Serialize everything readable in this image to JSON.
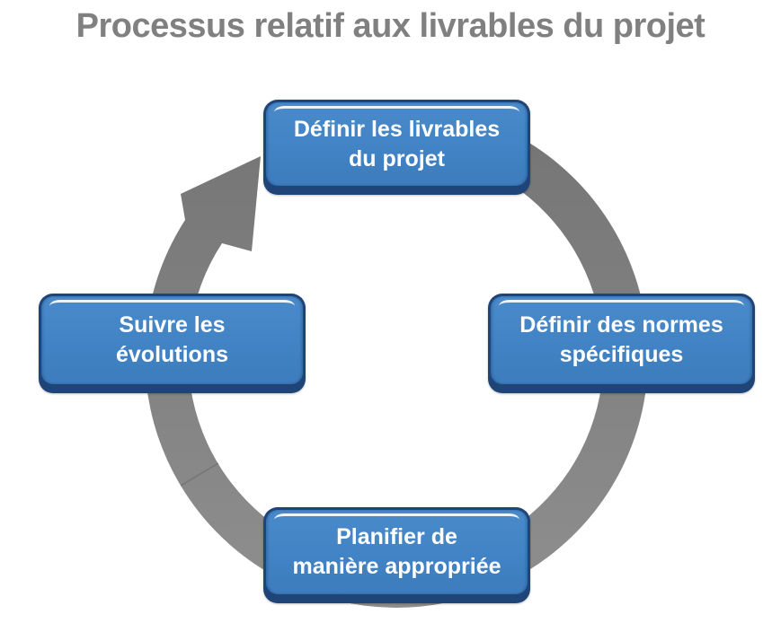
{
  "title": "Processus relatif aux livrables du projet",
  "diagram": {
    "type": "cycle",
    "direction": "clockwise",
    "steps": [
      {
        "id": "definir-livrables",
        "line1": "Définir les livrables",
        "line2": "du projet"
      },
      {
        "id": "definir-normes",
        "line1": "Définir des normes",
        "line2": "spécifiques"
      },
      {
        "id": "planifier",
        "line1": "Planifier de",
        "line2": "manière appropriée"
      },
      {
        "id": "suivre-evolutions",
        "line1": "Suivre les",
        "line2": "évolutions"
      }
    ]
  },
  "colors": {
    "box_fill": "#4183C4",
    "box_border": "#1E4478",
    "box_text": "#FFFFFF",
    "ring_gray": "#808080",
    "title_gray": "#808080"
  }
}
